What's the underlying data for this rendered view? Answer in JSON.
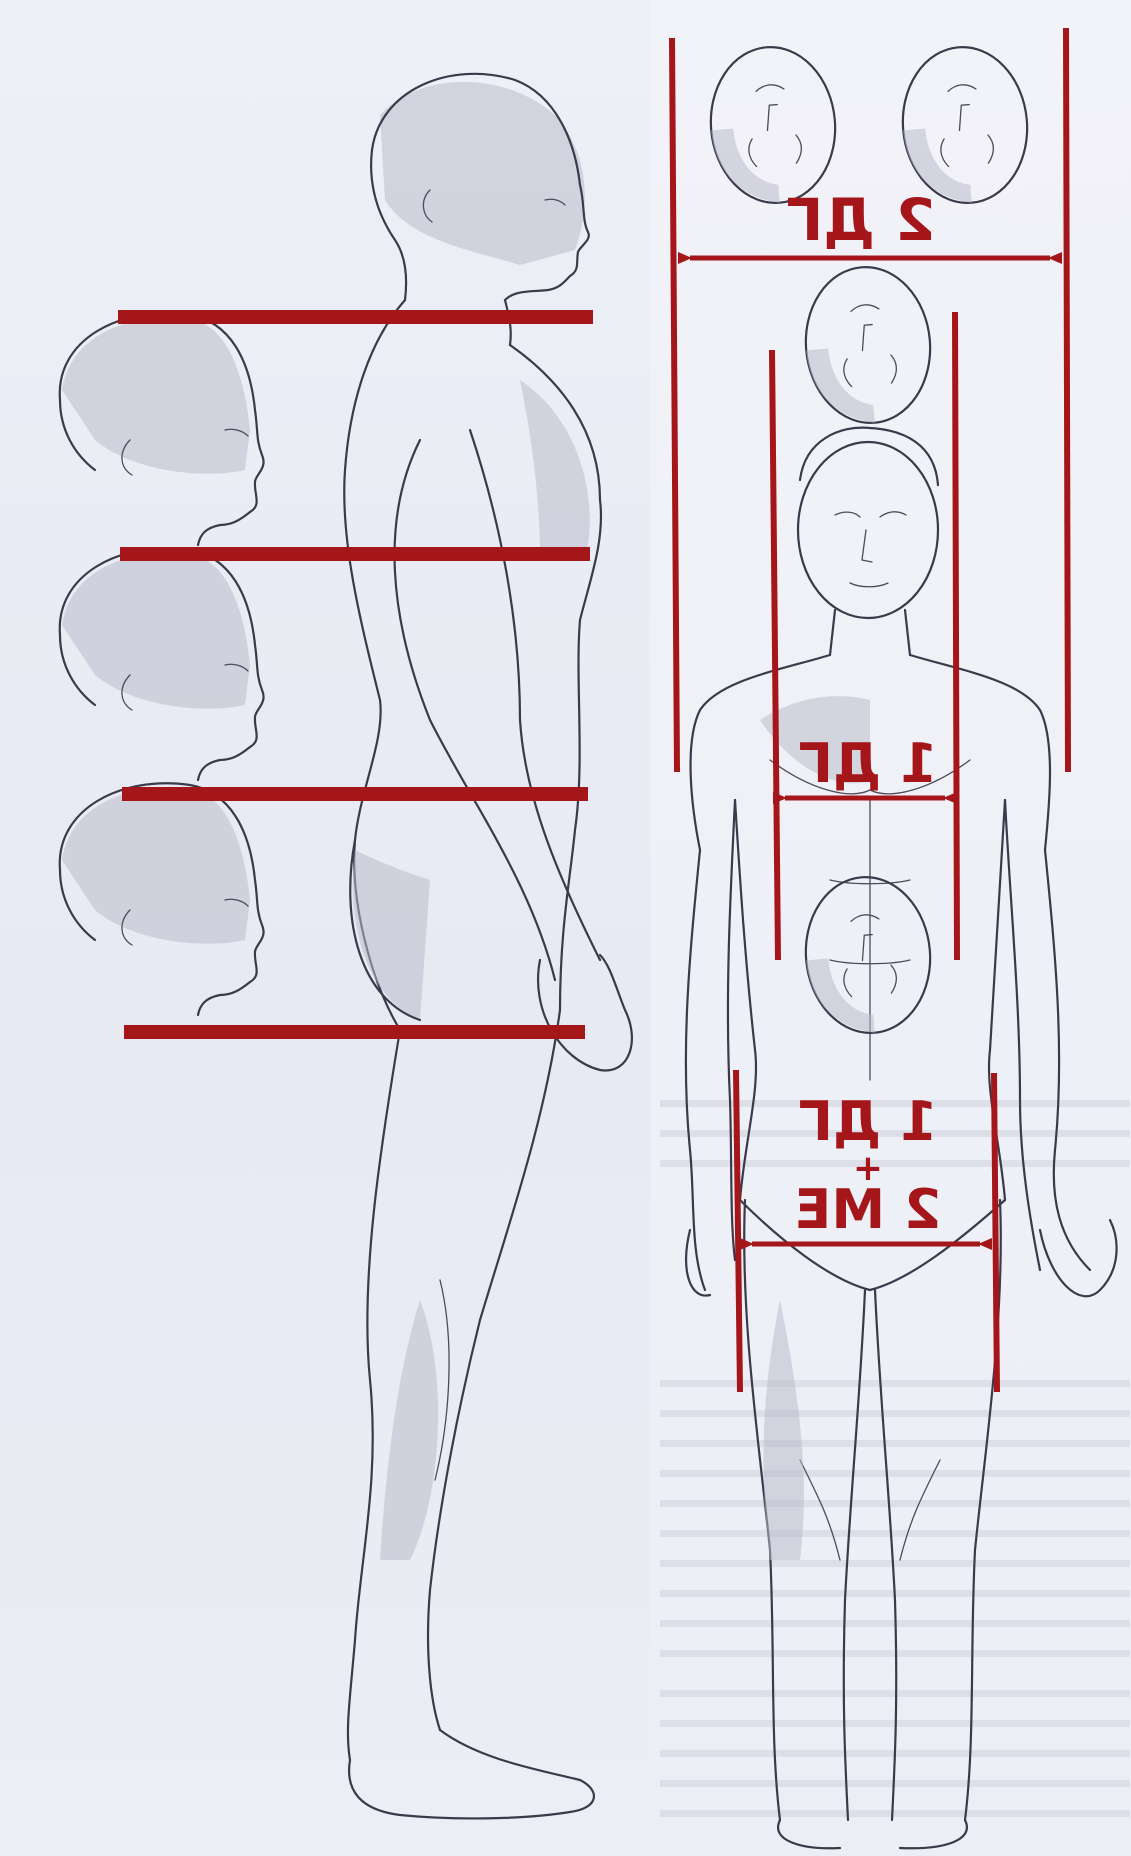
{
  "labels": {
    "shoulder_width": "2 ДГ",
    "waist_width": "1 ДГ",
    "hip_top": "1 ДГ",
    "hip_plus": "+",
    "hip_bottom": "2 МЕ"
  },
  "colors": {
    "measure_red": "#a4161a",
    "ink": "#3a3a4a",
    "paper": "#eceef6"
  }
}
